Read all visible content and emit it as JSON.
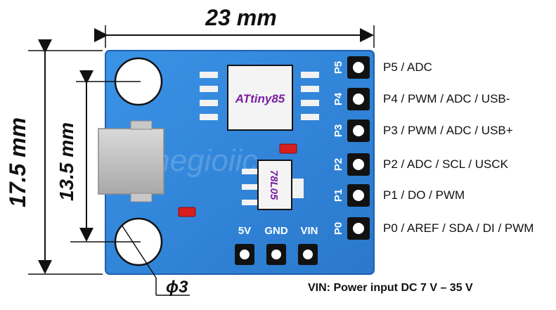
{
  "dimensions": {
    "width": "23 mm",
    "height": "17.5 mm",
    "hole_spacing": "13.5 mm",
    "hole_diameter": "ϕ3"
  },
  "chips": {
    "mcu": "ATtiny85",
    "regulator": "78L05"
  },
  "watermark": "thegioiic",
  "power_pins": [
    "5V",
    "GND",
    "VIN"
  ],
  "pins": [
    {
      "id": "P5",
      "desc": "P5 / ADC"
    },
    {
      "id": "P4",
      "desc": "P4 / PWM / ADC / USB-"
    },
    {
      "id": "P3",
      "desc": "P3 / PWM / ADC / USB+"
    },
    {
      "id": "P2",
      "desc": "P2 / ADC / SCL / USCK"
    },
    {
      "id": "P1",
      "desc": "P1 / DO / PWM"
    },
    {
      "id": "P0",
      "desc": "P0 / AREF / SDA / DI / PWM"
    }
  ],
  "note": "VIN: Power input DC 7 V – 35 V",
  "colors": {
    "board": "#2f86dc",
    "board_edge": "#1f5fae",
    "chip": "#f4f4f4",
    "chip_text": "#7a1fa0",
    "led": "#d81e1e",
    "connector": "#bdbdbd"
  }
}
